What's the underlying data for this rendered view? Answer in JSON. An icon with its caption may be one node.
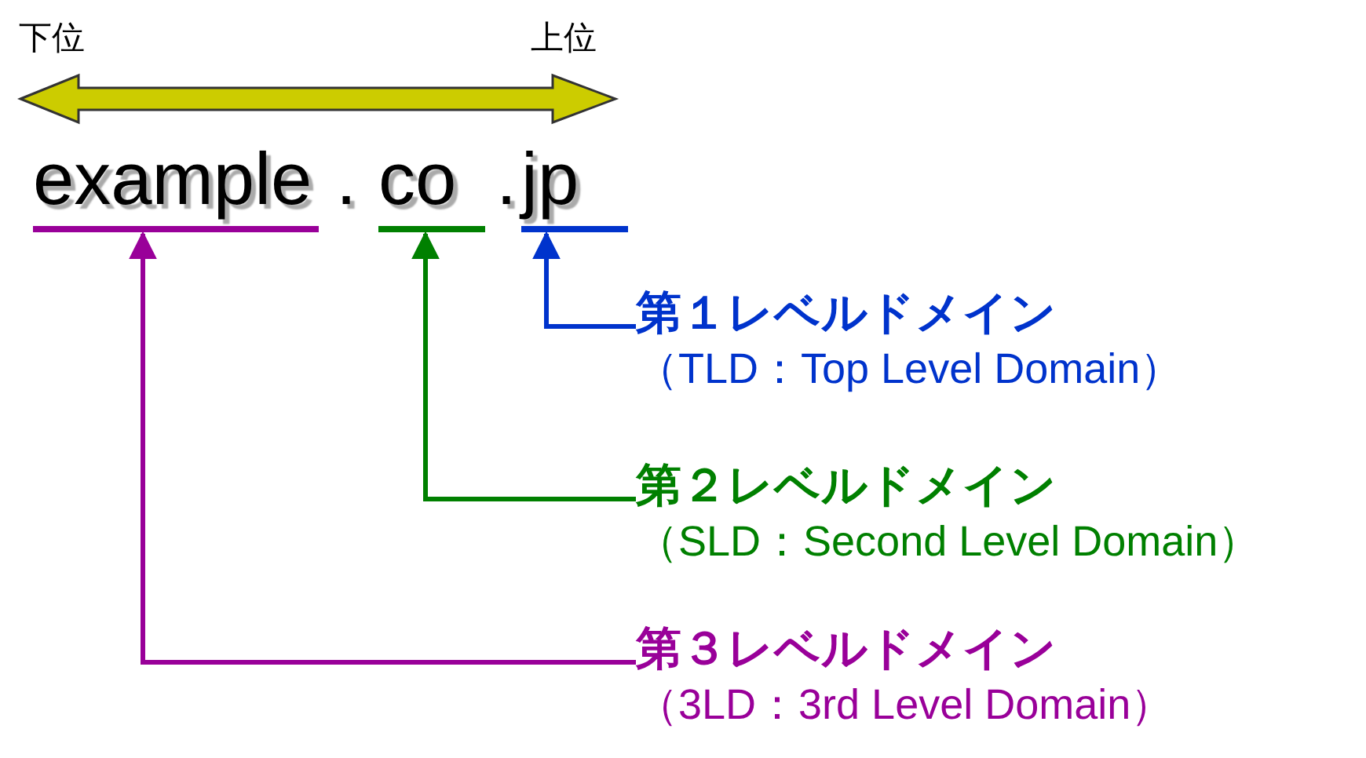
{
  "diagram": {
    "nodes": [
      {
        "text": [
          "example"
        ]
      },
      {
        "text": [
          "co"
        ]
      },
      {
        "text": [
          "jp"
        ]
      },
      {
        "text": [
          "第１レベルドメイン",
          "（TLD：Top Level Domain）"
        ]
      },
      {
        "text": [
          "第２レベルドメイン",
          "（SLD：Second Level Domain）"
        ]
      },
      {
        "text": [
          "第３レベルドメイン",
          "（3LD：3rd Level Domain）"
        ]
      }
    ],
    "edges": [
      {
        "from": 3,
        "to": 2,
        "arrow": "to",
        "color": "#0033cc"
      },
      {
        "from": 4,
        "to": 1,
        "arrow": "to",
        "color": "#008000"
      },
      {
        "from": 5,
        "to": 0,
        "arrow": "to",
        "color": "#990099"
      }
    ],
    "labels": [
      "下位",
      "上位",
      ".",
      "."
    ]
  }
}
